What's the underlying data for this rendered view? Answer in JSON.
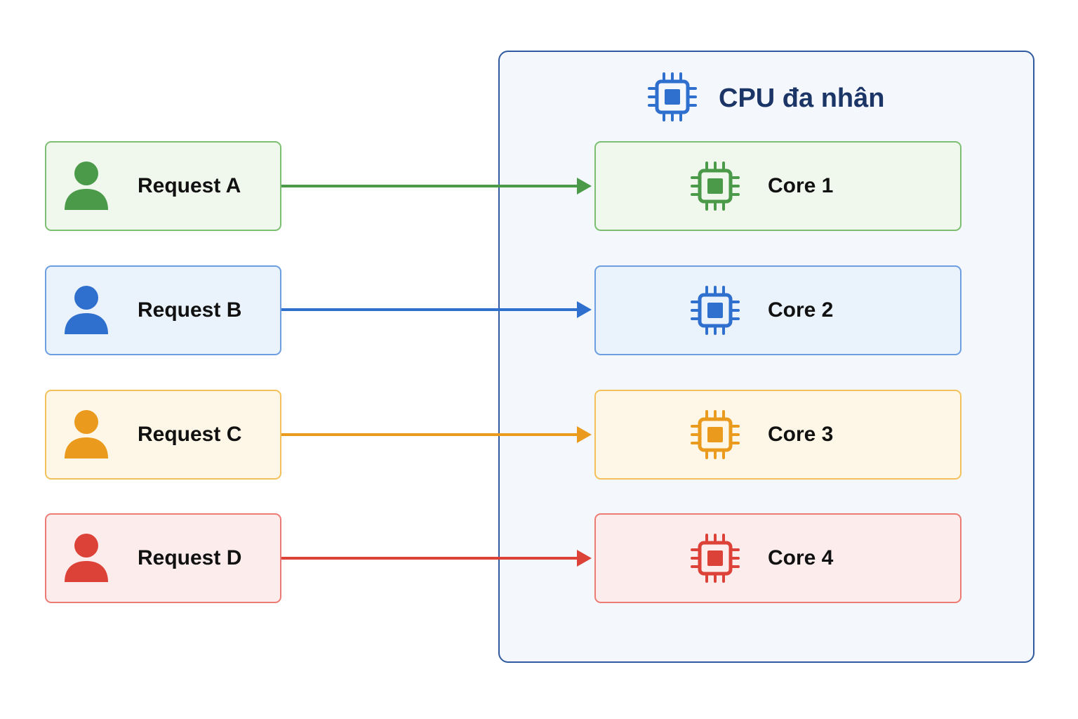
{
  "cpu": {
    "title": "CPU đa nhân",
    "icon": "chip-icon",
    "color": "#2f6fce"
  },
  "requests": [
    {
      "label": "Request A",
      "icon": "person-icon",
      "color": "#4a9a4a",
      "fill": "#f0f7ec",
      "border": "#7cbf72"
    },
    {
      "label": "Request B",
      "icon": "person-icon",
      "color": "#2f6fce",
      "fill": "#eaf2fc",
      "border": "#6d9ee0"
    },
    {
      "label": "Request C",
      "icon": "person-icon",
      "color": "#ea9a1c",
      "fill": "#fef6e6",
      "border": "#f3c15c"
    },
    {
      "label": "Request D",
      "icon": "person-icon",
      "color": "#dc4238",
      "fill": "#fdecec",
      "border": "#ec7b74"
    }
  ],
  "cores": [
    {
      "label": "Core 1",
      "icon": "chip-icon",
      "color": "#4a9a4a",
      "fill": "#f0f7ec",
      "border": "#7cbf72"
    },
    {
      "label": "Core 2",
      "icon": "chip-icon",
      "color": "#2f6fce",
      "fill": "#eaf2fc",
      "border": "#6d9ee0"
    },
    {
      "label": "Core 3",
      "icon": "chip-icon",
      "color": "#ea9a1c",
      "fill": "#fef6e6",
      "border": "#f3c15c"
    },
    {
      "label": "Core 4",
      "icon": "chip-icon",
      "color": "#dc4238",
      "fill": "#fdecec",
      "border": "#ec7b74"
    }
  ],
  "connections": [
    {
      "from": "Request A",
      "to": "Core 1"
    },
    {
      "from": "Request B",
      "to": "Core 2"
    },
    {
      "from": "Request C",
      "to": "Core 3"
    },
    {
      "from": "Request D",
      "to": "Core 4"
    }
  ]
}
